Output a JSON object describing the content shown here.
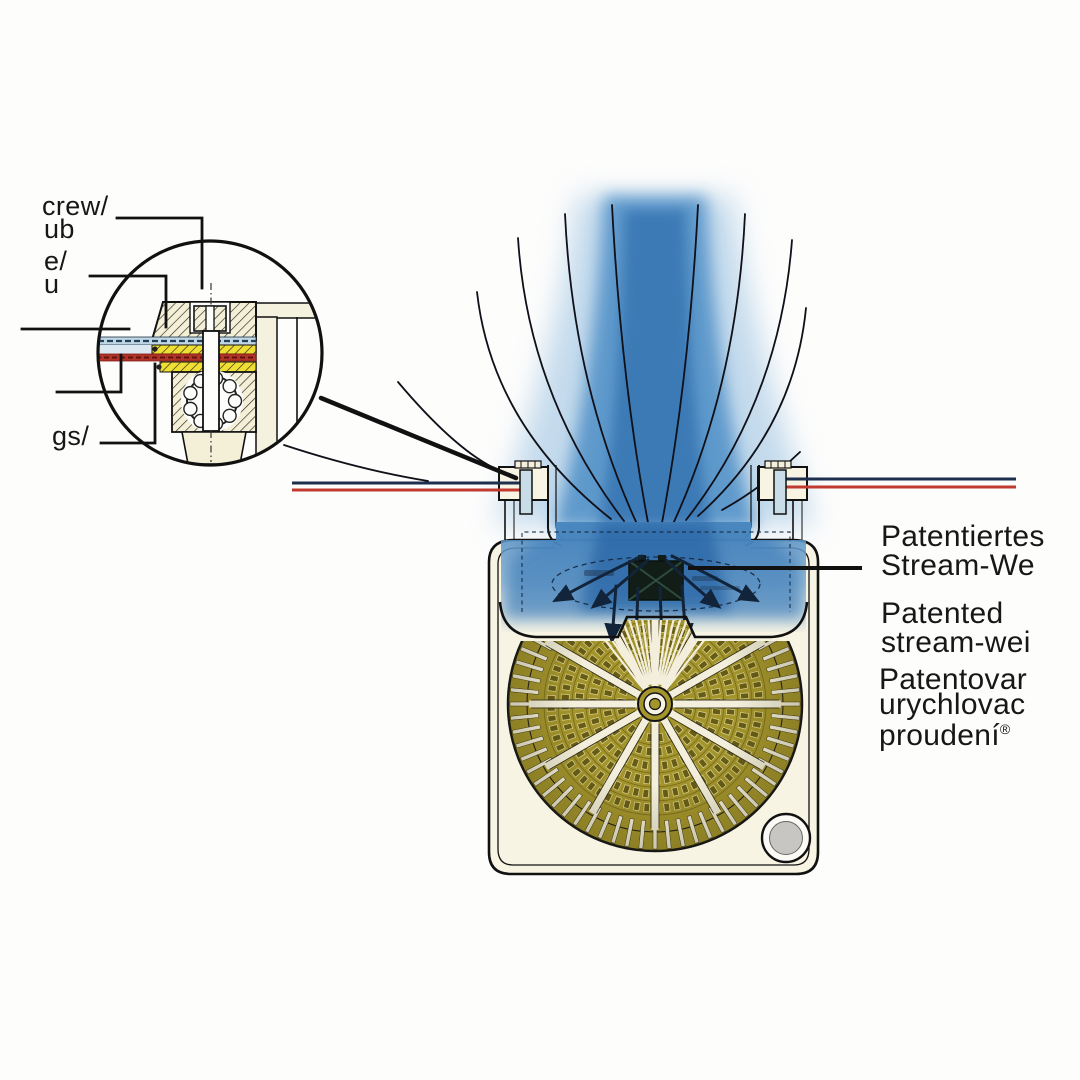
{
  "figure": {
    "kind": "technical cutaway diagram of floor outlet / stream accelerator with detail magnifier inset"
  },
  "inset_labels": {
    "screw": {
      "l1": "crew/",
      "l2": "ub"
    },
    "layer": {
      "l1": "e/",
      "l2": "u"
    },
    "rings": {
      "l1": "gs/"
    }
  },
  "callouts": {
    "german": {
      "l1": "Patentiertes",
      "l2": "Stream-We"
    },
    "english": {
      "l1": "Patented",
      "l2": "stream-wei"
    },
    "czech": {
      "l1": "Patentovar",
      "l2": "urychlovac",
      "l3": "proudení",
      "reg": "®"
    }
  },
  "colors": {
    "plume_blue": "#4e8ec6",
    "plume_core": "#2e6dad",
    "body_cream": "#f7f4e3",
    "grille_gold": "#a3942c",
    "grille_slot": "#665c15",
    "membrane_navy": "#1c2f4d",
    "membrane_red": "#c13a30",
    "gasket_yellow": "#f0df33",
    "screw_blue": "#c9dde9",
    "line_black": "#111111"
  }
}
